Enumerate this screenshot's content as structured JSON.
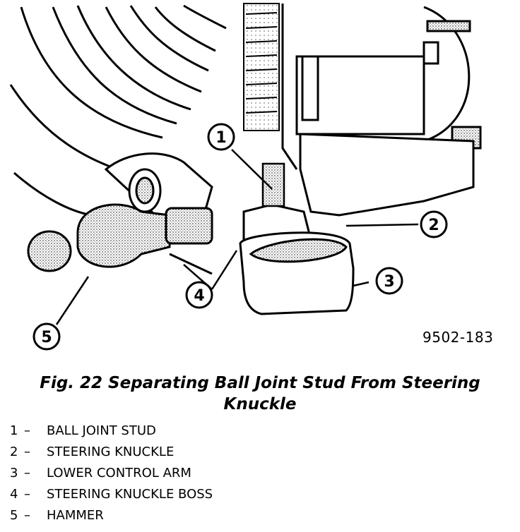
{
  "figure": {
    "code": "9502-183",
    "caption_line1": "Fig. 22 Separating Ball Joint Stud From Steering",
    "caption_line2": "Knuckle"
  },
  "callouts": [
    "1",
    "2",
    "3",
    "4",
    "5"
  ],
  "legend": [
    {
      "num": "1",
      "dash": "–",
      "label": "BALL JOINT STUD"
    },
    {
      "num": "2",
      "dash": "–",
      "label": "STEERING KNUCKLE"
    },
    {
      "num": "3",
      "dash": "–",
      "label": "LOWER CONTROL ARM"
    },
    {
      "num": "4",
      "dash": "–",
      "label": "STEERING KNUCKLE BOSS"
    },
    {
      "num": "5",
      "dash": "–",
      "label": "HAMMER"
    }
  ]
}
